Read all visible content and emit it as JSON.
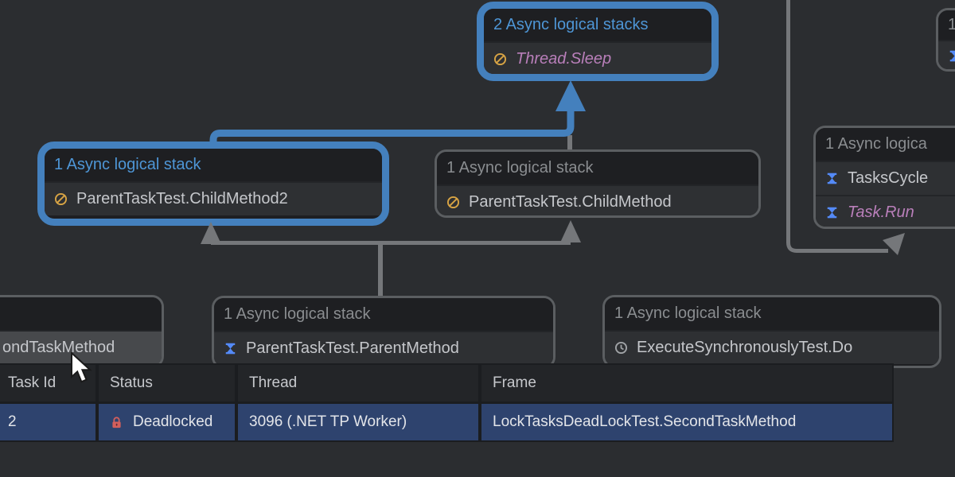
{
  "app": "Parallel Stacks debugger graph",
  "colors": {
    "background": "#2b2d30",
    "node_border": "#5b5e61",
    "node_header_bg": "#1e1f22",
    "node_row_bg": "#2e3033",
    "node_row_highlight_bg": "#47494c",
    "selection_blue": "#4480bd",
    "header_text_selected": "#4e96d6",
    "header_text": "#8a8d90",
    "frame_text": "#c5c7cb",
    "async_method_purple": "#b97fba",
    "prohibited_icon_yellow": "#d8a444",
    "hourglass_icon_blue": "#548af7",
    "clock_icon_gray": "#9fa2a5",
    "edge_gray": "#75777a",
    "table_selected_row_bg": "#2e436e",
    "deadlock_lock_red": "#d35f5c"
  },
  "graph": {
    "nodes": {
      "top": {
        "header": "2 Async logical stacks",
        "selected": true,
        "frames": [
          {
            "icon": "prohibited-icon",
            "text": "Thread.Sleep"
          }
        ]
      },
      "left": {
        "header": "1 Async logical stack",
        "selected": true,
        "frames": [
          {
            "icon": "prohibited-icon",
            "text": "ParentTaskTest.ChildMethod2"
          }
        ]
      },
      "middle": {
        "header": "1 Async logical stack",
        "selected": false,
        "frames": [
          {
            "icon": "prohibited-icon",
            "text": "ParentTaskTest.ChildMethod"
          }
        ]
      },
      "right": {
        "header": "1 Async logica",
        "selected": false,
        "frames": [
          {
            "icon": "hourglass-icon",
            "text": "TasksCycle"
          },
          {
            "icon": "hourglass-icon",
            "text": "Task.Run"
          }
        ]
      },
      "top_corner": {
        "header": "1",
        "selected": false,
        "frames": [
          {
            "icon": "hourglass-icon",
            "text": ""
          }
        ]
      },
      "bottom_left": {
        "header": "",
        "selected": false,
        "frames": [
          {
            "icon": "",
            "text": "ondTaskMethod"
          }
        ]
      },
      "bottom_middle": {
        "header": "1 Async logical stack",
        "selected": false,
        "frames": [
          {
            "icon": "hourglass-icon",
            "text": "ParentTaskTest.ParentMethod"
          }
        ]
      },
      "bottom_right": {
        "header": "1 Async logical stack",
        "selected": false,
        "frames": [
          {
            "icon": "clock-icon",
            "text": "ExecuteSynchronouslyTest.Do"
          }
        ]
      }
    }
  },
  "table": {
    "columns": [
      "Task Id",
      "Status",
      "Thread",
      "Frame"
    ],
    "row": {
      "task_id": "2",
      "status_icon": "lock-icon",
      "status": "Deadlocked",
      "thread": "3096 (.NET TP Worker)",
      "frame": "LockTasksDeadLockTest.SecondTaskMethod"
    }
  }
}
